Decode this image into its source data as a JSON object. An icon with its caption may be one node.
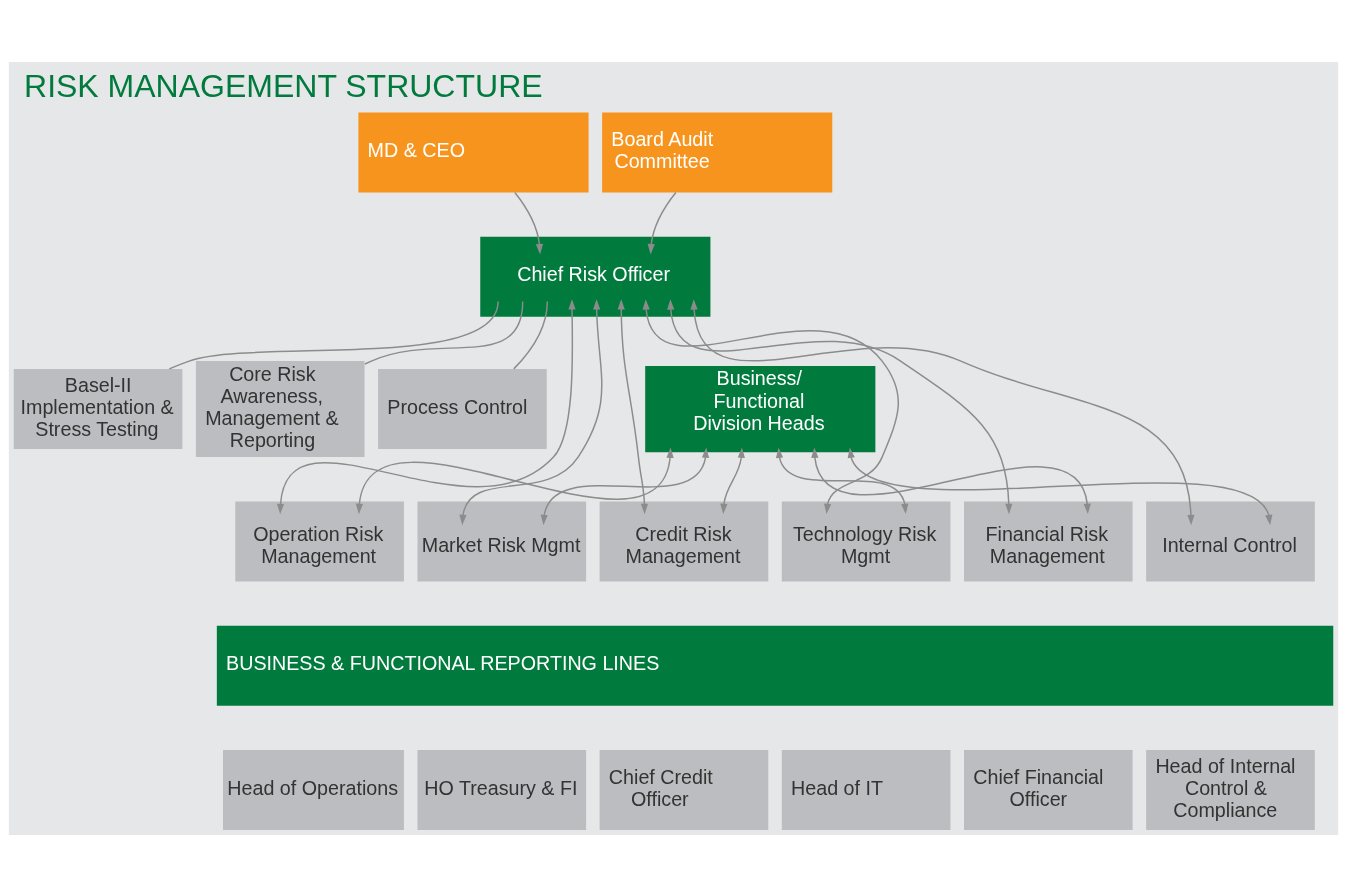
{
  "diagram": {
    "title": "RISK MANAGEMENT STRUCTURE",
    "nodes": [
      {
        "text": [
          "MD & CEO"
        ]
      },
      {
        "text": [
          "Board Audit Committee"
        ]
      },
      {
        "text": [
          "Chief Risk Officer"
        ]
      },
      {
        "text": [
          "Business/ Functional Division Heads"
        ]
      },
      {
        "text": [
          "Basel-II Implementation & Stress Testing"
        ]
      },
      {
        "text": [
          "Core Risk Awareness, Management & Reporting"
        ]
      },
      {
        "text": [
          "Process Control"
        ]
      },
      {
        "text": [
          "Operation Risk Management"
        ]
      },
      {
        "text": [
          "Market Risk Mgmt"
        ]
      },
      {
        "text": [
          "Credit Risk Management"
        ]
      },
      {
        "text": [
          "Technology Risk Mgmt"
        ]
      },
      {
        "text": [
          "Financial Risk Management"
        ]
      },
      {
        "text": [
          "Internal Control"
        ]
      },
      {
        "text": [
          "BUSINESS & FUNCTIONAL REPORTING LINES"
        ]
      },
      {
        "text": [
          "Head of Operations"
        ]
      },
      {
        "text": [
          "HO Treasury & FI"
        ]
      },
      {
        "text": [
          "Chief Credit Officer"
        ]
      },
      {
        "text": [
          "Head of IT"
        ]
      },
      {
        "text": [
          "Chief Financial Officer"
        ]
      },
      {
        "text": [
          "Head of Internal Control & Compliance"
        ]
      }
    ],
    "edges": [
      {
        "from": 0,
        "to": 2,
        "arrow": "to"
      },
      {
        "from": 1,
        "to": 2,
        "arrow": "to"
      },
      {
        "from": 2,
        "to": 4,
        "arrow": "none"
      },
      {
        "from": 2,
        "to": 5,
        "arrow": "none"
      },
      {
        "from": 2,
        "to": 6,
        "arrow": "none"
      },
      {
        "from": 2,
        "to": 7,
        "arrow": "both"
      },
      {
        "from": 2,
        "to": 8,
        "arrow": "both"
      },
      {
        "from": 2,
        "to": 9,
        "arrow": "both"
      },
      {
        "from": 2,
        "to": 10,
        "arrow": "both"
      },
      {
        "from": 2,
        "to": 11,
        "arrow": "both"
      },
      {
        "from": 2,
        "to": 12,
        "arrow": "both"
      },
      {
        "from": 3,
        "to": 7,
        "arrow": "both"
      },
      {
        "from": 3,
        "to": 8,
        "arrow": "both"
      },
      {
        "from": 3,
        "to": 9,
        "arrow": "both"
      },
      {
        "from": 3,
        "to": 10,
        "arrow": "both"
      },
      {
        "from": 3,
        "to": 11,
        "arrow": "both"
      },
      {
        "from": 3,
        "to": 12,
        "arrow": "both"
      }
    ]
  }
}
